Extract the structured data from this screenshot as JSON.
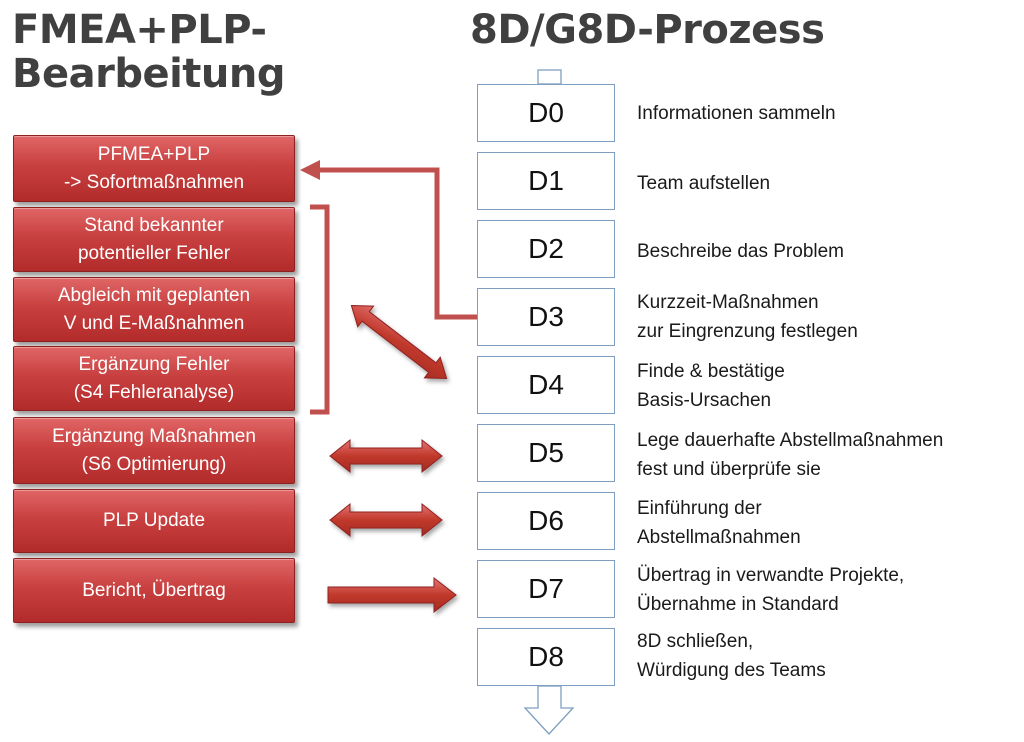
{
  "titles": {
    "left_line1": "FMEA+PLP-",
    "left_line2": "Bearbeitung",
    "right": "8D/G8D-Prozess"
  },
  "fmea_boxes": [
    {
      "label": "PFMEA+PLP\n-> Sofortmaßnahmen"
    },
    {
      "label": "Stand bekannter\npotentieller Fehler"
    },
    {
      "label": "Abgleich mit geplanten\nV und E-Maßnahmen"
    },
    {
      "label": "Ergänzung Fehler\n(S4 Fehleranalyse)"
    },
    {
      "label": "Ergänzung Maßnahmen\n(S6 Optimierung)"
    },
    {
      "label": "PLP Update"
    },
    {
      "label": "Bericht, Übertrag"
    }
  ],
  "steps": [
    {
      "code": "D0",
      "desc": "Informationen sammeln"
    },
    {
      "code": "D1",
      "desc": "Team aufstellen"
    },
    {
      "code": "D2",
      "desc": "Beschreibe das Problem"
    },
    {
      "code": "D3",
      "desc": "Kurzzeit-Maßnahmen\nzur Eingrenzung festlegen"
    },
    {
      "code": "D4",
      "desc": "Finde & bestätige\nBasis-Ursachen"
    },
    {
      "code": "D5",
      "desc": "Lege dauerhafte Abstellmaßnahmen\nfest und überprüfe sie"
    },
    {
      "code": "D6",
      "desc": "Einführung der\nAbstellmaßnahmen"
    },
    {
      "code": "D7",
      "desc": "Übertrag in verwandte Projekte,\nÜbernahme in Standard"
    },
    {
      "code": "D8",
      "desc": "8D schließen,\nWürdigung des Teams"
    }
  ],
  "colors": {
    "title": "#404040",
    "fmea_fill": "#c94040",
    "arrow_fill": "#c0392b",
    "connector": "#c0504d",
    "step_border": "#7f9fc0"
  }
}
